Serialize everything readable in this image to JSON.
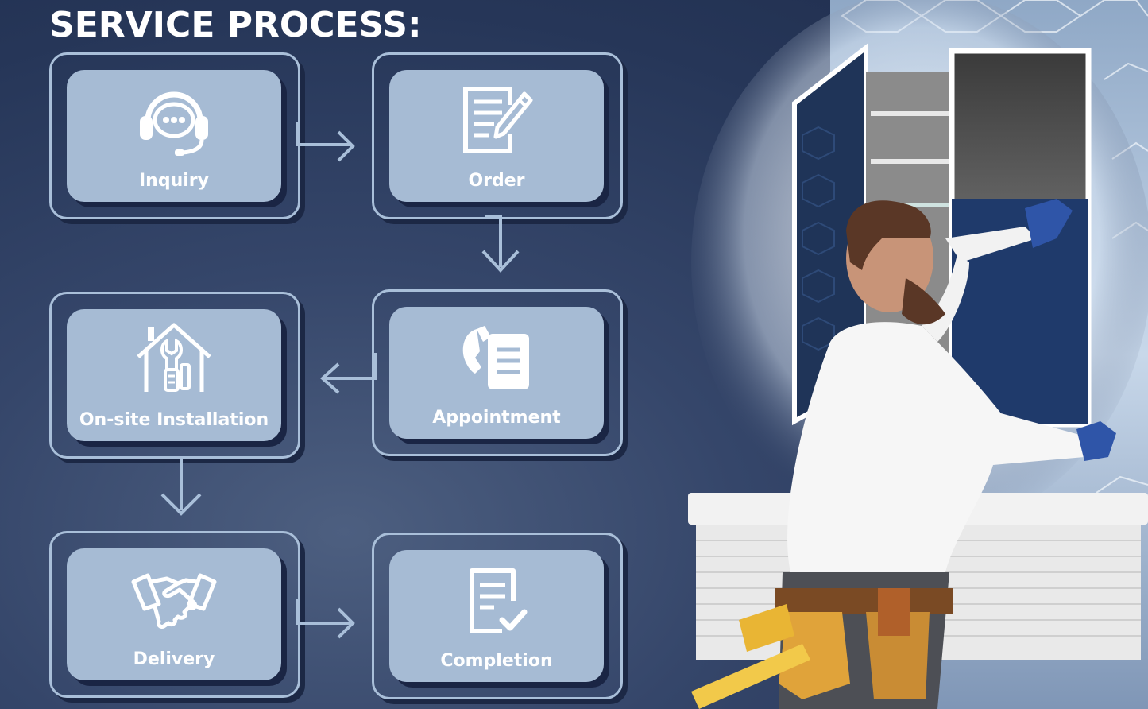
{
  "title": "SERVICE PROCESS:",
  "steps": [
    {
      "id": "inquiry",
      "label": "Inquiry",
      "icon": "headset-chat-icon"
    },
    {
      "id": "order",
      "label": "Order",
      "icon": "document-pen-icon"
    },
    {
      "id": "appointment",
      "label": "Appointment",
      "icon": "phone-clipboard-icon"
    },
    {
      "id": "installation",
      "label": "On-site Installation",
      "icon": "house-wrench-icon"
    },
    {
      "id": "delivery",
      "label": "Delivery",
      "icon": "handshake-icon"
    },
    {
      "id": "completion",
      "label": "Completion",
      "icon": "document-check-icon"
    }
  ],
  "colors": {
    "background": "#2a3a5e",
    "card": "#a6bbd4",
    "frame": "#a9bfd9",
    "text": "#ffffff"
  }
}
